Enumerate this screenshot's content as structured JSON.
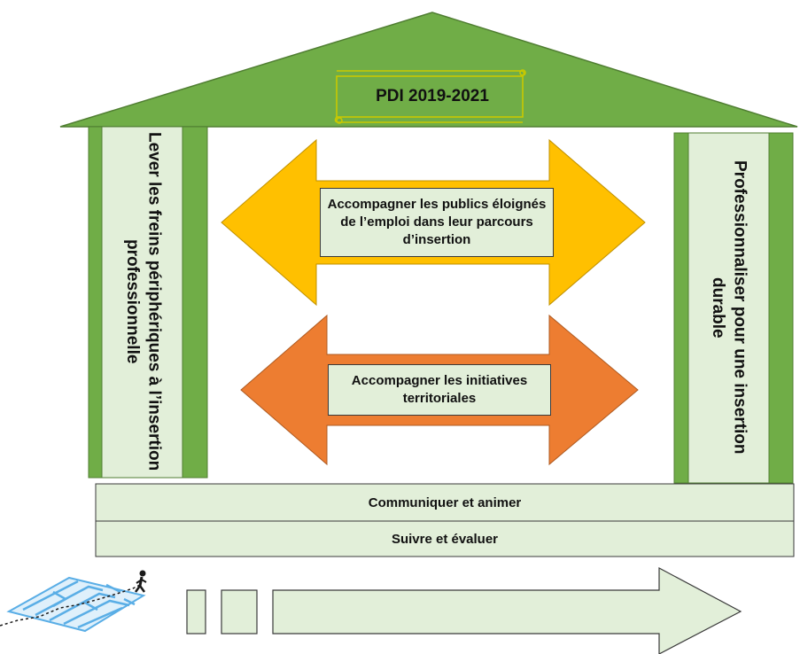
{
  "roof": {
    "title": "PDI 2019-2021"
  },
  "pillars": {
    "left_label": "Lever les freins périphériques à l’insertion professionnelle",
    "right_label": "Professionnaliser pour une insertion durable"
  },
  "arrows": {
    "top_label": "Accompagner les publics éloignés de l’emploi dans leur parcours d’insertion",
    "bottom_label": "Accompagner les initiatives territoriales"
  },
  "foundation": {
    "band1_label": "Communiquer et animer",
    "band2_label": "Suivre et évaluer"
  },
  "colors": {
    "green_dark": "#70ad47",
    "green_light": "#e2efd9",
    "yellow_arrow": "#ffc000",
    "orange_arrow": "#ed7d31",
    "maze_blue": "#5aaee6"
  },
  "icons": [
    "maze-icon",
    "walking-person-icon",
    "scroll-banner-icon",
    "progress-arrow-icon"
  ]
}
